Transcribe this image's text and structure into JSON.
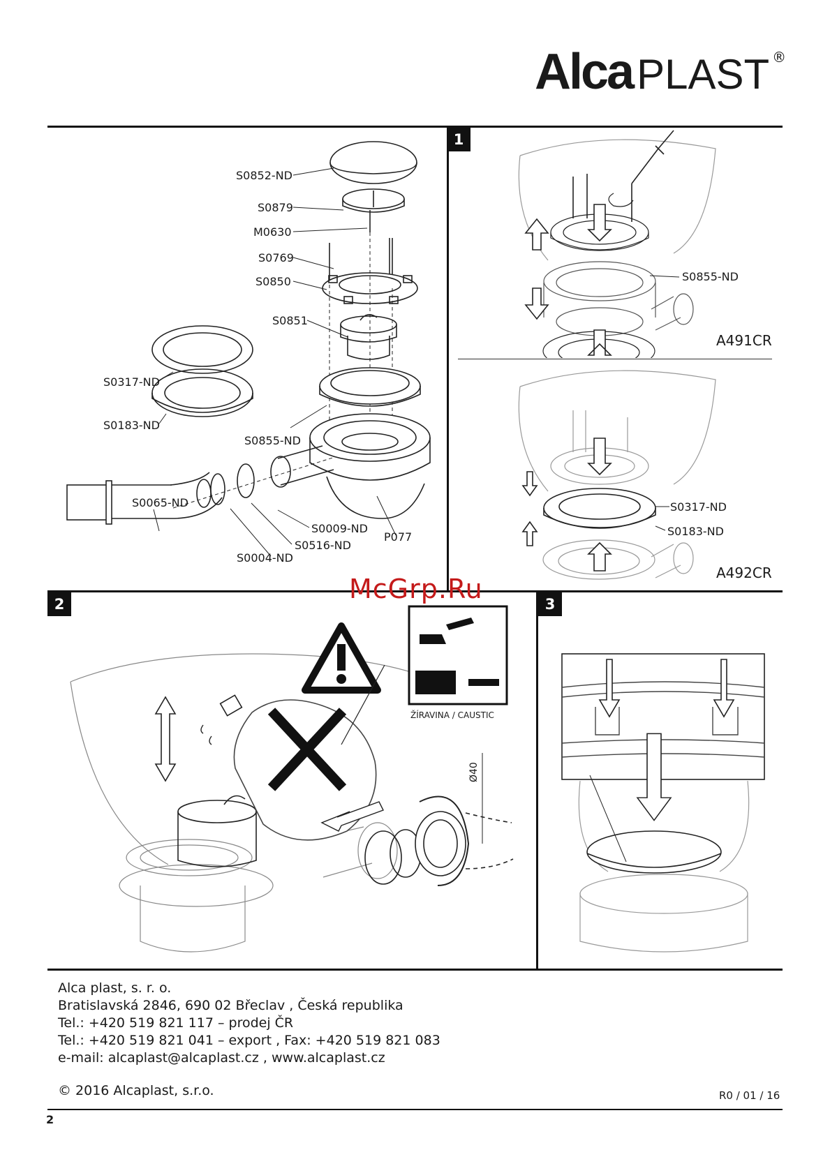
{
  "brand": {
    "bold": "Alca",
    "light": "PLAST",
    "reg": "®"
  },
  "sections": {
    "s1": "1",
    "s2": "2",
    "s3": "3"
  },
  "parts": {
    "p_s0852": "S0852-ND",
    "p_s0879": "S0879",
    "p_m0630": "M0630",
    "p_s0769": "S0769",
    "p_s0850": "S0850",
    "p_s0851": "S0851",
    "p_s0317": "S0317-ND",
    "p_s0183": "S0183-ND",
    "p_s0855": "S0855-ND",
    "p_s0065": "S0065-ND",
    "p_s0009": "S0009-ND",
    "p_s0516": "S0516-ND",
    "p_s0004": "S0004-ND",
    "p_p077": "P077"
  },
  "variants": {
    "a491_ring": "S0855-ND",
    "a491": "A491CR",
    "a492_ring1": "S0317-ND",
    "a492_ring2": "S0183-ND",
    "a492": "A492CR"
  },
  "caustic": "ŽÍRAVINA / CAUSTIC",
  "diameter": "Ø40",
  "watermark": "McGrp.Ru",
  "footer": {
    "company": "Alca plast, s. r. o.",
    "address": "Bratislavská 2846, 690 02 Břeclav , Česká republika",
    "tel1": "Tel.: +420 519 821 117 – prodej ČR",
    "tel2": "Tel.: +420 519 821 041 – export , Fax: +420 519 821 083",
    "email": "e-mail: alcaplast@alcaplast.cz , www.alcaplast.cz",
    "copyright": "© 2016 Alcaplast, s.r.o.",
    "revision": "R0 / 01 / 16",
    "page": "2"
  }
}
